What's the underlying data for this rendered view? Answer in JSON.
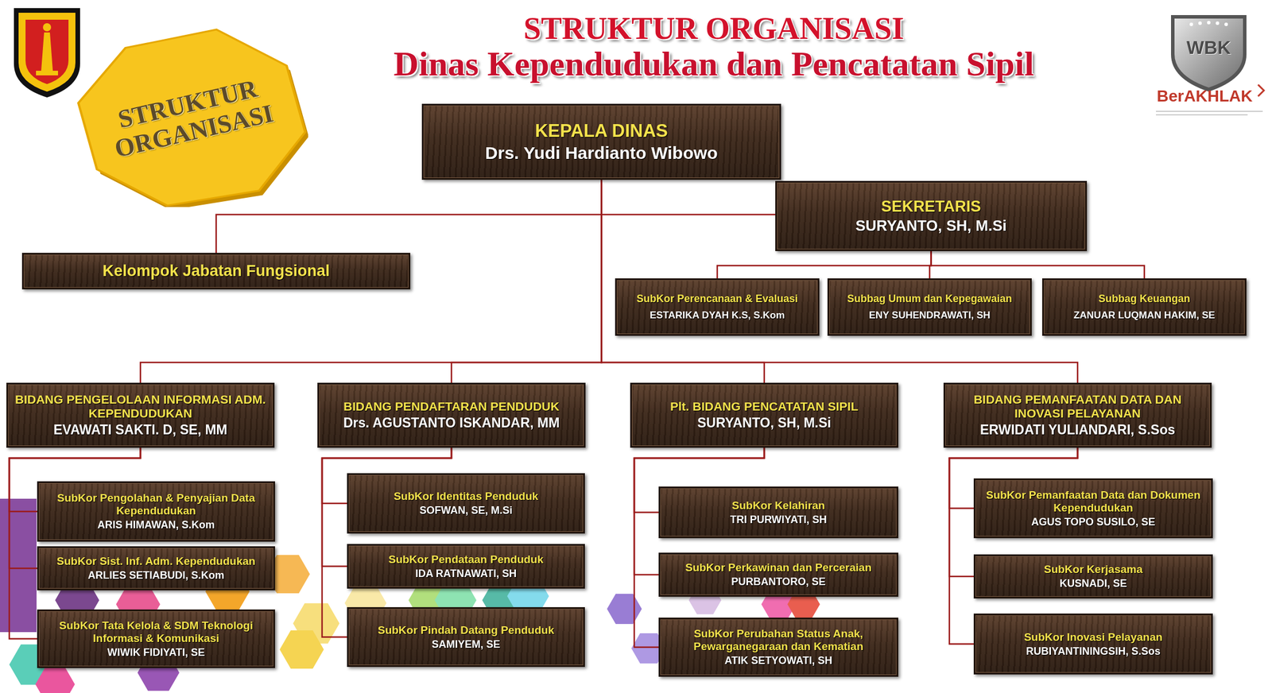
{
  "diagram": {
    "title": "STRUKTUR ORGANISASI",
    "nodes": [
      {
        "text": [
          "STRUKTUR ORGANISASI"
        ]
      },
      {
        "text": [
          "KEPALA DINAS",
          "Drs. Yudi Hardianto Wibowo"
        ]
      },
      {
        "text": [
          "SEKRETARIS",
          "SURYANTO, SH, M.Si"
        ]
      },
      {
        "text": [
          "Kelompok Jabatan Fungsional"
        ]
      },
      {
        "text": [
          "SubKor Perencanaan & Evaluasi",
          "ESTARIKA DYAH K.S, S.Kom"
        ]
      },
      {
        "text": [
          "Subbag Umum dan Kepegawaian",
          "ENY SUHENDRAWATI, SH"
        ]
      },
      {
        "text": [
          "Subbag Keuangan",
          "ZANUAR LUQMAN HAKIM, SE"
        ]
      },
      {
        "text": [
          "BIDANG PENGELOLAAN INFORMASI ADM. KEPENDUDUKAN",
          "EVAWATI SAKTI. D, SE, MM"
        ]
      },
      {
        "text": [
          "BIDANG PENDAFTARAN PENDUDUK",
          "Drs. AGUSTANTO ISKANDAR, MM"
        ]
      },
      {
        "text": [
          "Plt. BIDANG PENCATATAN SIPIL",
          "SURYANTO, SH, M.Si"
        ]
      },
      {
        "text": [
          "BIDANG PEMANFAATAN DATA DAN INOVASI PELAYANAN",
          "ERWIDATI YULIANDARI, S.Sos"
        ]
      },
      {
        "text": [
          "SubKor Pengolahan & Penyajian Data Kependudukan",
          "ARIS HIMAWAN, S.Kom"
        ]
      },
      {
        "text": [
          "SubKor Sist. Inf. Adm. Kependudukan",
          "ARLIES SETIABUDI, S.Kom"
        ]
      },
      {
        "text": [
          "SubKor Tata Kelola & SDM Teknologi Informasi & Komunikasi",
          "WIWIK FIDIYATI, SE"
        ]
      },
      {
        "text": [
          "SubKor Identitas Penduduk",
          "SOFWAN, SE, M.Si"
        ]
      },
      {
        "text": [
          "SubKor Pendataan Penduduk",
          "IDA RATNAWATI, SH"
        ]
      },
      {
        "text": [
          "SubKor Pindah Datang Penduduk",
          "SAMIYEM, SE"
        ]
      },
      {
        "text": [
          "SubKor Kelahiran",
          "TRI PURWIYATI, SH"
        ]
      },
      {
        "text": [
          "SubKor Perkawinan dan Perceraian",
          "PURBANTORO, SE"
        ]
      },
      {
        "text": [
          "SubKor Perubahan Status Anak, Pewarganegaraan dan Kematian",
          "ATIK SETYOWATI, SH"
        ]
      },
      {
        "text": [
          "SubKor Pemanfaatan Data dan Dokumen Kependudukan",
          "AGUS TOPO SUSILO, SE"
        ]
      },
      {
        "text": [
          "SubKor Kerjasama",
          "KUSNADI, SE"
        ]
      },
      {
        "text": [
          "SubKor Inovasi Pelayanan",
          "RUBIYANTININGSIH, S.Sos"
        ]
      }
    ],
    "edges": [
      {
        "from": 1,
        "to": 2,
        "arrow": "none"
      },
      {
        "from": 1,
        "to": 3,
        "arrow": "none"
      },
      {
        "from": 2,
        "to": 4,
        "arrow": "none"
      },
      {
        "from": 2,
        "to": 5,
        "arrow": "none"
      },
      {
        "from": 2,
        "to": 6,
        "arrow": "none"
      },
      {
        "from": 1,
        "to": 7,
        "arrow": "none"
      },
      {
        "from": 1,
        "to": 8,
        "arrow": "none"
      },
      {
        "from": 1,
        "to": 9,
        "arrow": "none"
      },
      {
        "from": 1,
        "to": 10,
        "arrow": "none"
      },
      {
        "from": 7,
        "to": 11,
        "arrow": "none"
      },
      {
        "from": 7,
        "to": 12,
        "arrow": "none"
      },
      {
        "from": 7,
        "to": 13,
        "arrow": "none"
      },
      {
        "from": 8,
        "to": 14,
        "arrow": "none"
      },
      {
        "from": 8,
        "to": 15,
        "arrow": "none"
      },
      {
        "from": 8,
        "to": 16,
        "arrow": "none"
      },
      {
        "from": 9,
        "to": 17,
        "arrow": "none"
      },
      {
        "from": 9,
        "to": 18,
        "arrow": "none"
      },
      {
        "from": 9,
        "to": 19,
        "arrow": "none"
      },
      {
        "from": 10,
        "to": 20,
        "arrow": "none"
      },
      {
        "from": 10,
        "to": 21,
        "arrow": "none"
      },
      {
        "from": 10,
        "to": 22,
        "arrow": "none"
      }
    ],
    "labels": [
      "Dinas Kependudukan dan Pencatatan Sipil",
      "WBK",
      "BerAKHLAK"
    ]
  }
}
